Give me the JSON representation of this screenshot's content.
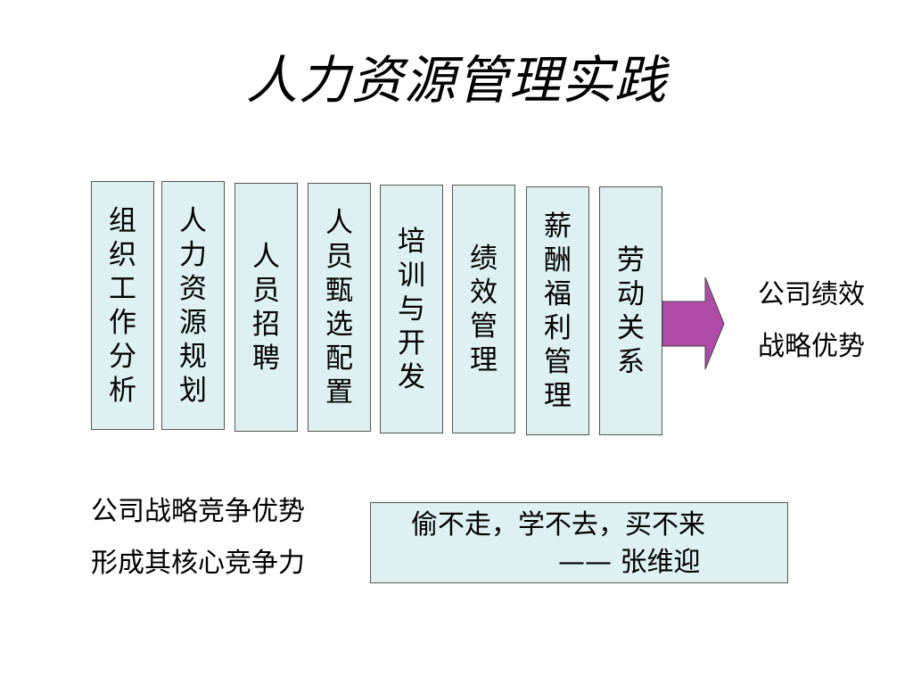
{
  "title": "人力资源管理实践",
  "practices": [
    {
      "label": "组织工作分析"
    },
    {
      "label": "人力资源规划"
    },
    {
      "label": "人员招聘"
    },
    {
      "label": "人员甄选配置"
    },
    {
      "label": "培训与开发"
    },
    {
      "label": "绩效管理"
    },
    {
      "label": "薪酬福利管理"
    },
    {
      "label": "劳动关系"
    }
  ],
  "outcome": {
    "line1": "公司绩效",
    "line2": "战略优势"
  },
  "advantage": {
    "line1": "公司战略竞争优势",
    "line2": "形成其核心竞争力"
  },
  "quote": {
    "text": "偷不走，学不去，买不来",
    "attribution": "—— 张维迎"
  },
  "colors": {
    "box_fill": "#def0f0",
    "arrow_fill": "#b04aa8"
  }
}
